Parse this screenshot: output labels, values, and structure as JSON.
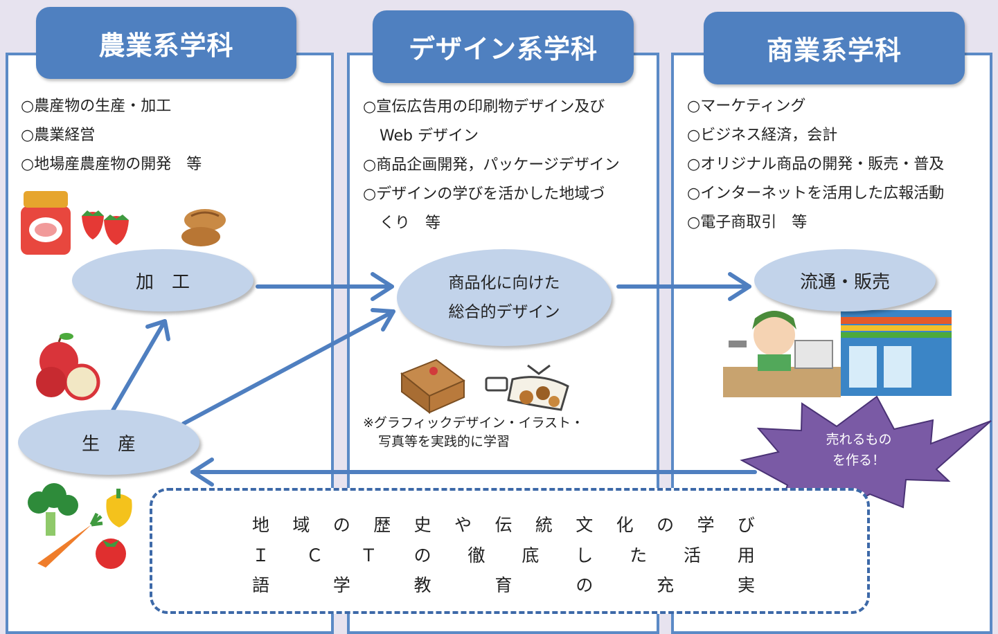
{
  "columns": {
    "agri": {
      "title": "農業系学科",
      "items": [
        "○農産物の生産・加工",
        "○農業経営",
        "○地場産農産物の開発　等"
      ]
    },
    "design": {
      "title": "デザイン系学科",
      "items": [
        "○宣伝広告用の印刷物デザイン及び",
        "Web デザイン",
        "○商品企画開発，パッケージデザイン",
        "○デザインの学びを活かした地域づ",
        "くり　等"
      ]
    },
    "commerce": {
      "title": "商業系学科",
      "items": [
        "○マーケティング",
        "○ビジネス経済，会計",
        "○オリジナル商品の開発・販売・普及",
        "○インターネットを活用した広報活動",
        "○電子商取引　等"
      ]
    }
  },
  "nodes": {
    "kakou": "加　工",
    "seisan": "生　産",
    "design_line1": "商品化に向けた",
    "design_line2": "総合的デザイン",
    "ryutsu": "流通・販売"
  },
  "starburst": {
    "line1": "売れるもの",
    "line2": "を作る！"
  },
  "design_note": {
    "line1": "※グラフィックデザイン・イラスト・",
    "line2": "写真等を実践的に学習"
  },
  "bottom_rows": [
    [
      "地",
      "域",
      "の",
      "歴",
      "史",
      "や",
      "伝",
      "統",
      "文",
      "化",
      "の",
      "学",
      "び"
    ],
    [
      "Ｉ",
      "Ｃ",
      "Ｔ",
      "の",
      "徹",
      "底",
      "し",
      "た",
      "活",
      "用"
    ],
    [
      "語",
      "学",
      "教",
      "育",
      "の",
      "充",
      "実"
    ]
  ],
  "colors": {
    "accent": "#4f80c0",
    "panel_border": "#5b8ac6",
    "node_fill": "#c2d3ea",
    "arrow": "#4f7fc0",
    "starburst": "#7a5aa5"
  },
  "icons": [
    "jam-jar-icon",
    "strawberry-icon",
    "bread-icon",
    "apple-icon",
    "broccoli-icon",
    "carrot-icon",
    "bell-pepper-icon",
    "tomato-icon",
    "gift-box-icon",
    "cookie-bag-icon",
    "cashier-icon",
    "convenience-store-icon"
  ]
}
